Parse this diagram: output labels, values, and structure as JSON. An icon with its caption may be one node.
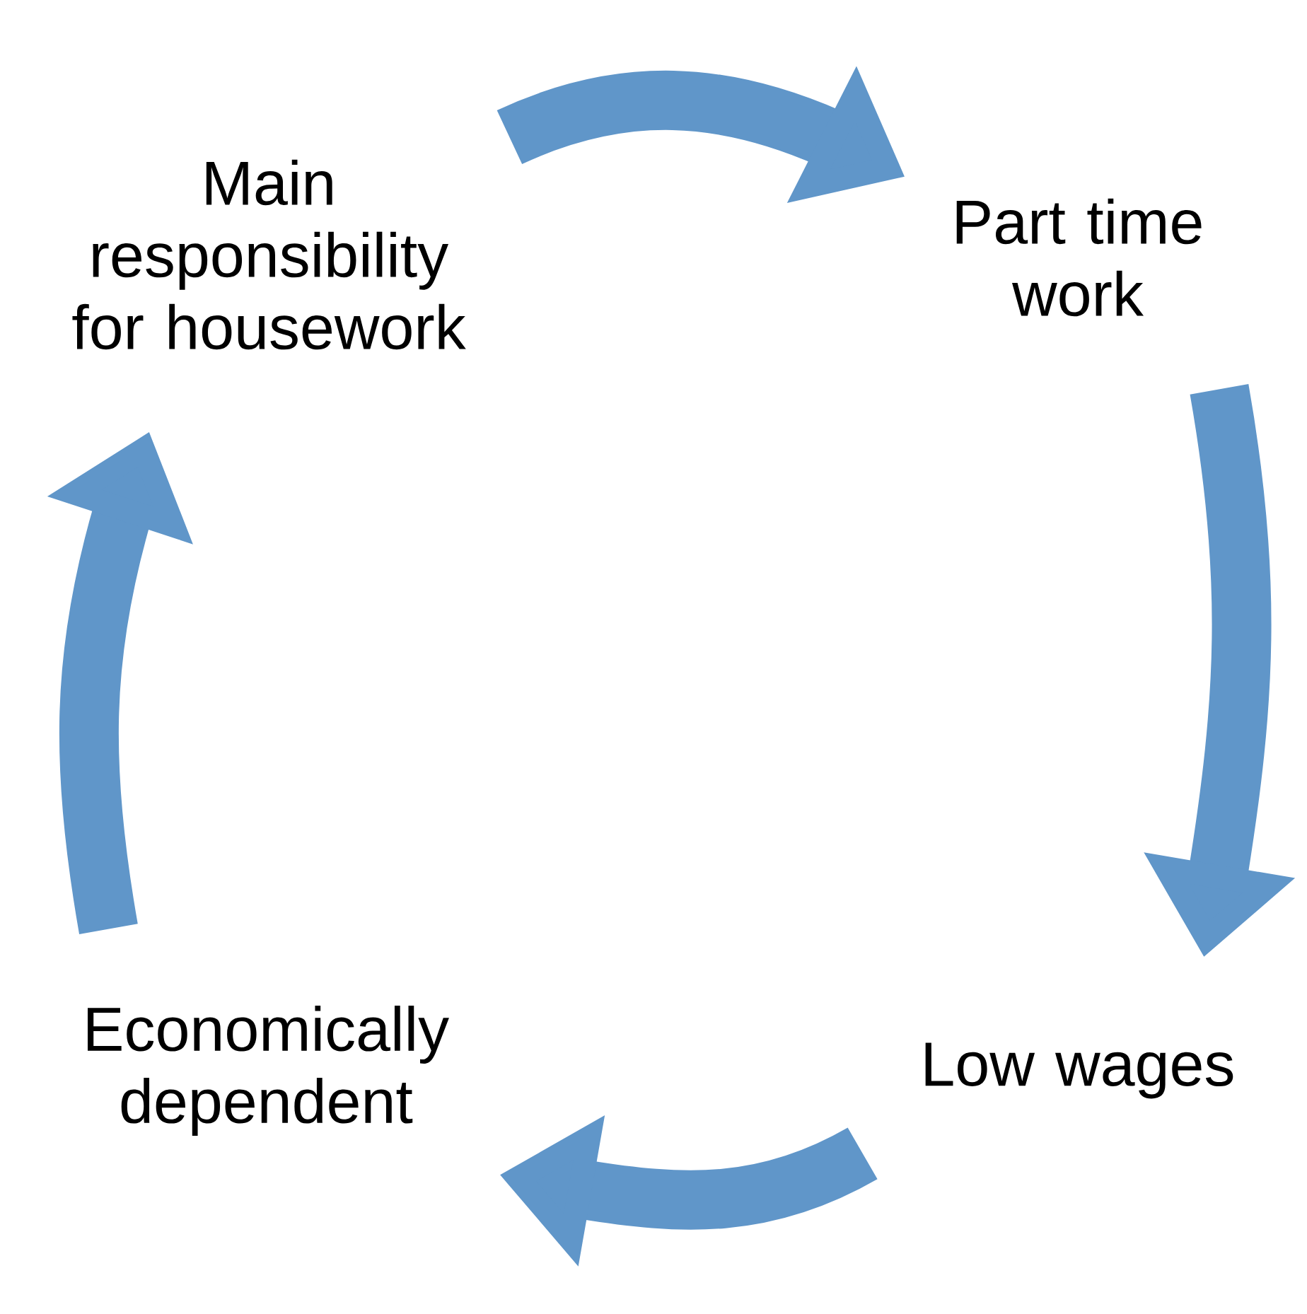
{
  "diagram": {
    "nodes": [
      {
        "text": [
          "Main responsibility for housework"
        ]
      },
      {
        "text": [
          "Part time work"
        ]
      },
      {
        "text": [
          "Low wages"
        ]
      },
      {
        "text": [
          "Economically dependent"
        ]
      }
    ],
    "edges": [
      {
        "from": 0,
        "to": 1,
        "arrow": "to"
      },
      {
        "from": 1,
        "to": 2,
        "arrow": "to"
      },
      {
        "from": 2,
        "to": 3,
        "arrow": "to"
      },
      {
        "from": 3,
        "to": 0,
        "arrow": "to"
      }
    ]
  }
}
